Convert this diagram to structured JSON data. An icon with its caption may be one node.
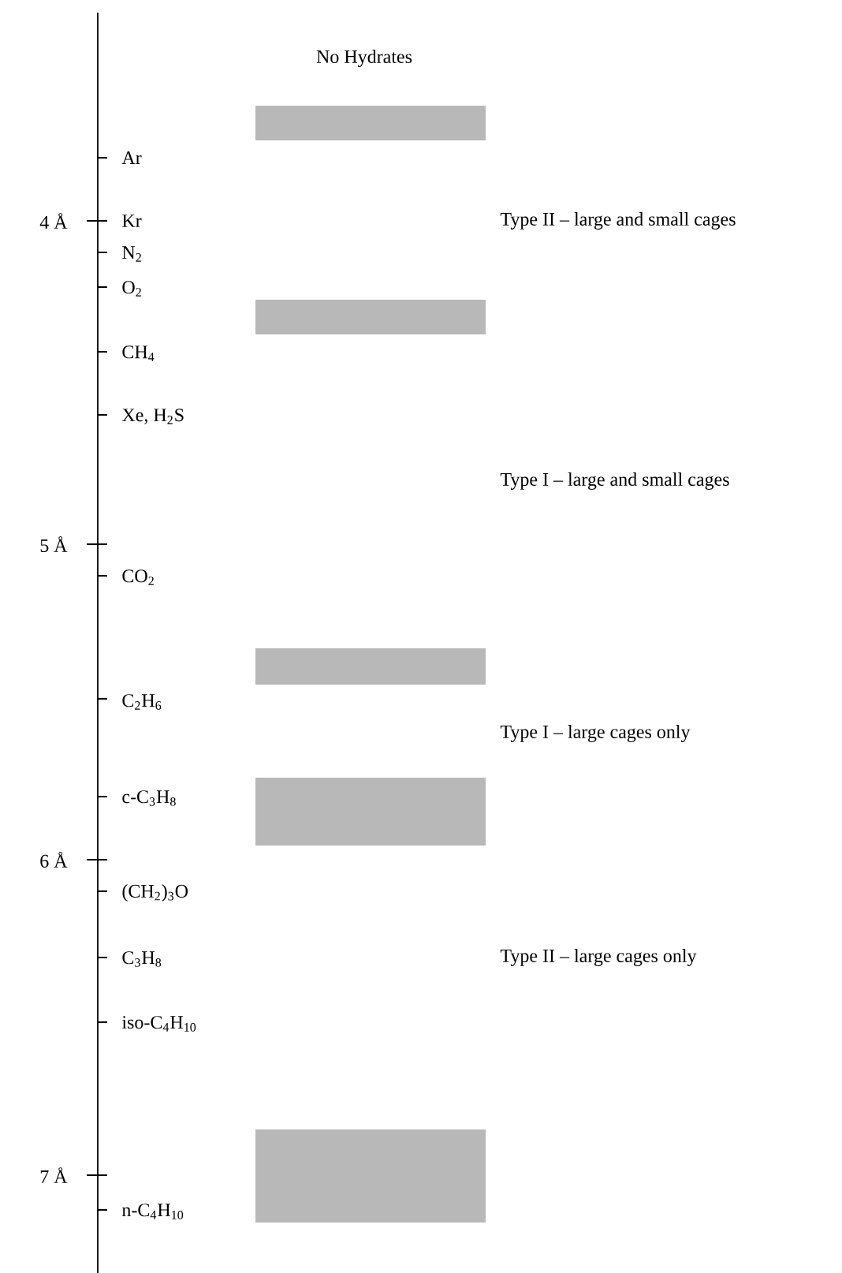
{
  "diagram": {
    "nodes": [
      {
        "text": [],
        "shape": "bar"
      },
      {
        "text": [],
        "shape": "bar"
      },
      {
        "text": [],
        "shape": "bar"
      },
      {
        "text": [],
        "shape": "bar"
      },
      {
        "text": [],
        "shape": "bar"
      }
    ],
    "labels": [
      "No Hydrates",
      "Ar",
      "4 Å",
      "Kr",
      "Type II – large and small cages",
      "N$_{2}$",
      "O$_{2}$",
      "CH$_{4}$",
      "Xe, H$_{2}$S",
      "Type I – large and small cages",
      "5 Å",
      "CO$_{2}$",
      "C$_{2}$H$_{6}$",
      "Type I – large cages only",
      "c-C$_{3}$H$_{8}$",
      "6 Å",
      "(CH$_{2}$)$_{3}$O",
      "C$_{3}$H$_{8}$",
      "Type II – large cages only",
      "iso-C$_{4}$H$_{10}$",
      "7 Å",
      "n-C$_{4}$H$_{10}$"
    ]
  }
}
